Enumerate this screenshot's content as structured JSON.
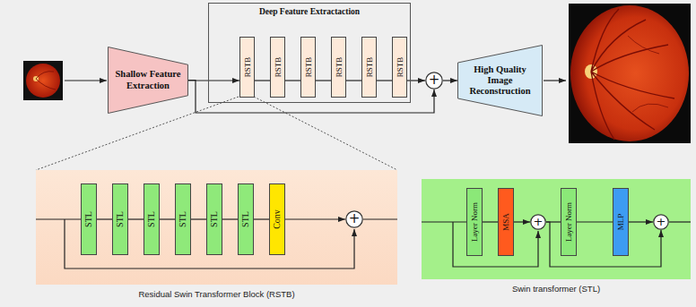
{
  "diagram": {
    "nodes": [
      {
        "text": [
          "Shallow Feature Extraction"
        ]
      },
      {
        "text": [
          "Deep Feature Extractaction"
        ]
      },
      {
        "text": [
          "RSTB"
        ],
        "in": 1
      },
      {
        "text": [
          "RSTB"
        ],
        "in": 1
      },
      {
        "text": [
          "RSTB"
        ],
        "in": 1
      },
      {
        "text": [
          "RSTB"
        ],
        "in": 1
      },
      {
        "text": [
          "RSTB"
        ],
        "in": 1
      },
      {
        "text": [
          "RSTB"
        ],
        "in": 1
      },
      {
        "text": [
          "+"
        ]
      },
      {
        "text": [
          "High Quality Image Reconstruction"
        ]
      },
      {
        "text": [
          "Residual Swin Transformer Block (RSTB)"
        ]
      },
      {
        "text": [
          "STL"
        ],
        "in": 10
      },
      {
        "text": [
          "STL"
        ],
        "in": 10
      },
      {
        "text": [
          "STL"
        ],
        "in": 10
      },
      {
        "text": [
          "STL"
        ],
        "in": 10
      },
      {
        "text": [
          "STL"
        ],
        "in": 10
      },
      {
        "text": [
          "STL"
        ],
        "in": 10
      },
      {
        "text": [
          "Conv"
        ],
        "in": 10
      },
      {
        "text": [
          "+"
        ],
        "in": 10
      },
      {
        "text": [
          "Swin transformer (STL)"
        ]
      },
      {
        "text": [
          "Layer Norm"
        ],
        "in": 19
      },
      {
        "text": [
          "MSA"
        ],
        "in": 19
      },
      {
        "text": [
          "+"
        ],
        "in": 19
      },
      {
        "text": [
          "Layer Norm"
        ],
        "in": 19
      },
      {
        "text": [
          "MLP"
        ],
        "in": 19
      },
      {
        "text": [
          "+"
        ],
        "in": 19
      }
    ],
    "edges": [
      {
        "from": 0,
        "to": 2,
        "arrow": "to"
      },
      {
        "from": 2,
        "to": 3,
        "arrow": "none"
      },
      {
        "from": 3,
        "to": 4,
        "arrow": "none"
      },
      {
        "from": 4,
        "to": 5,
        "arrow": "none"
      },
      {
        "from": 5,
        "to": 6,
        "arrow": "none"
      },
      {
        "from": 6,
        "to": 7,
        "arrow": "none"
      },
      {
        "from": 7,
        "to": 8,
        "arrow": "to"
      },
      {
        "from": 0,
        "to": 8,
        "arrow": "to"
      },
      {
        "from": 8,
        "to": 9,
        "arrow": "to"
      },
      {
        "from": 11,
        "to": 12,
        "arrow": "none"
      },
      {
        "from": 12,
        "to": 13,
        "arrow": "none"
      },
      {
        "from": 13,
        "to": 14,
        "arrow": "none"
      },
      {
        "from": 14,
        "to": 15,
        "arrow": "none"
      },
      {
        "from": 15,
        "to": 16,
        "arrow": "none"
      },
      {
        "from": 16,
        "to": 17,
        "arrow": "none"
      },
      {
        "from": 17,
        "to": 18,
        "arrow": "to"
      },
      {
        "from": 20,
        "to": 21,
        "arrow": "none"
      },
      {
        "from": 21,
        "to": 22,
        "arrow": "to"
      },
      {
        "from": 22,
        "to": 23,
        "arrow": "none"
      },
      {
        "from": 23,
        "to": 24,
        "arrow": "none"
      },
      {
        "from": 24,
        "to": 25,
        "arrow": "to"
      },
      {
        "from": 22,
        "to": 25,
        "arrow": "to"
      }
    ]
  }
}
